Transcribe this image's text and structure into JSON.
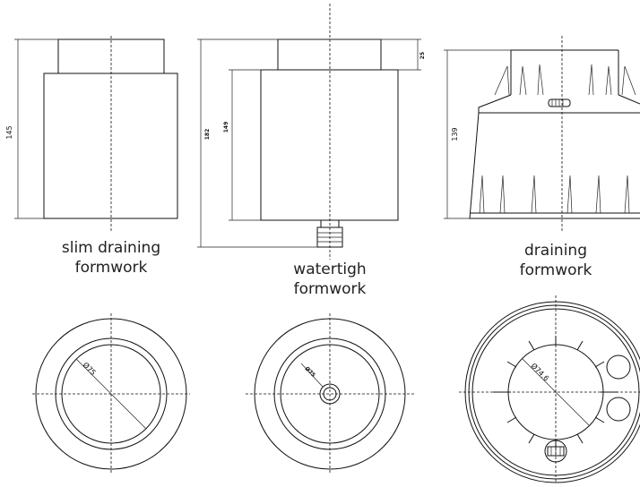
{
  "captions": {
    "slim": [
      "slim draining",
      "formwork"
    ],
    "watertight": [
      "watertigh",
      "formwork"
    ],
    "draining": [
      "draining",
      "formwork"
    ]
  },
  "dimensions": {
    "slim_height": "145",
    "watertight_total": "182",
    "watertight_body": "149",
    "watertight_top": "25",
    "draining_height": "139",
    "slim_diameter": "Ø75",
    "watertight_diameter": "Ø75",
    "draining_diameter": "Ø74.6"
  }
}
